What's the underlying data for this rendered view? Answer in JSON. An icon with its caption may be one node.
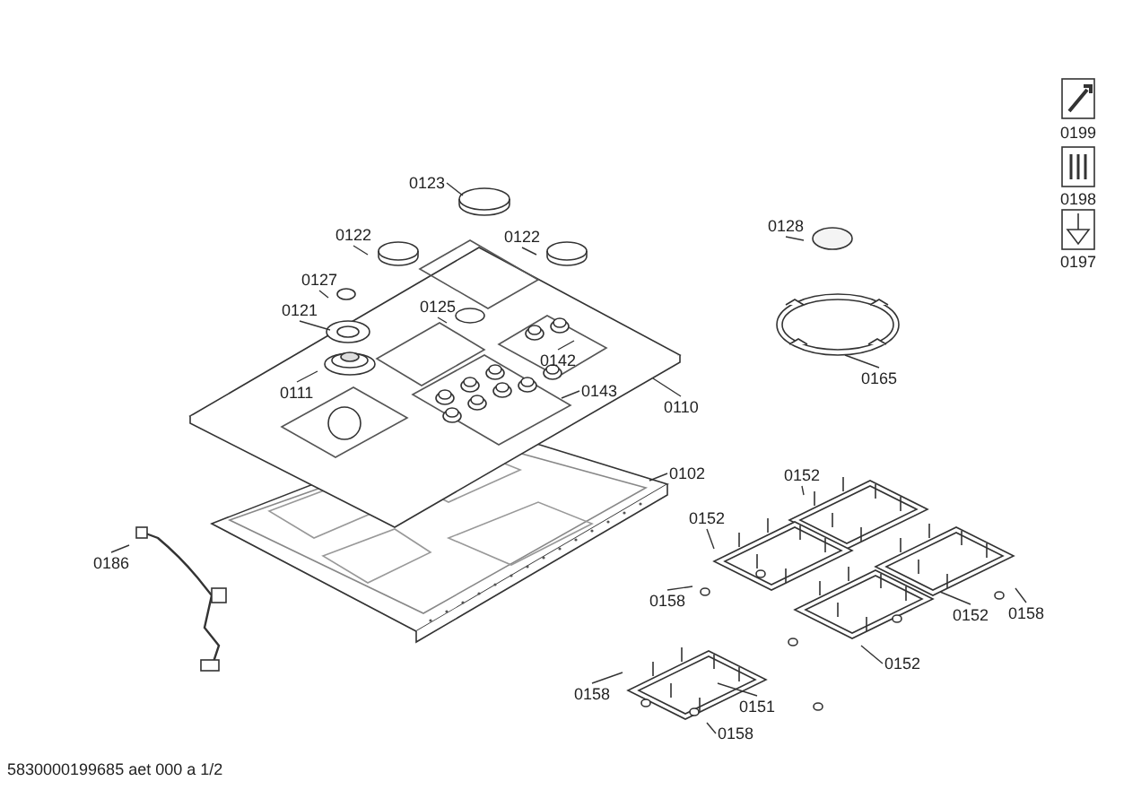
{
  "diagram": {
    "nodes": [
      {
        "text": [
          "0123"
        ]
      },
      {
        "text": [
          "0122"
        ]
      },
      {
        "text": [
          "0122"
        ]
      },
      {
        "text": [
          "0127"
        ]
      },
      {
        "text": [
          "0121"
        ]
      },
      {
        "text": [
          "0125"
        ]
      },
      {
        "text": [
          "0111"
        ]
      },
      {
        "text": [
          "0142"
        ]
      },
      {
        "text": [
          "0143"
        ]
      },
      {
        "text": [
          "0110"
        ]
      },
      {
        "text": [
          "0128"
        ]
      },
      {
        "text": [
          "0165"
        ]
      },
      {
        "text": [
          "0102"
        ]
      },
      {
        "text": [
          "0152"
        ]
      },
      {
        "text": [
          "0152"
        ]
      },
      {
        "text": [
          "0158"
        ]
      },
      {
        "text": [
          "0158"
        ]
      },
      {
        "text": [
          "0152"
        ]
      },
      {
        "text": [
          "0152"
        ]
      },
      {
        "text": [
          "0186"
        ]
      },
      {
        "text": [
          "0158"
        ]
      },
      {
        "text": [
          "0151"
        ]
      },
      {
        "text": [
          "0158"
        ]
      }
    ],
    "edges": [
      {
        "from": 0,
        "to": null,
        "arrow": "none"
      },
      {
        "from": 1,
        "to": null,
        "arrow": "none"
      },
      {
        "from": 2,
        "to": null,
        "arrow": "none"
      },
      {
        "from": 3,
        "to": null,
        "arrow": "none"
      },
      {
        "from": 4,
        "to": null,
        "arrow": "none"
      },
      {
        "from": 5,
        "to": null,
        "arrow": "none"
      },
      {
        "from": 6,
        "to": null,
        "arrow": "none"
      },
      {
        "from": 7,
        "to": null,
        "arrow": "none"
      },
      {
        "from": 8,
        "to": null,
        "arrow": "none"
      },
      {
        "from": 9,
        "to": null,
        "arrow": "none"
      },
      {
        "from": 10,
        "to": null,
        "arrow": "none"
      },
      {
        "from": 11,
        "to": null,
        "arrow": "none"
      },
      {
        "from": 12,
        "to": null,
        "arrow": "none"
      },
      {
        "from": 13,
        "to": null,
        "arrow": "none"
      },
      {
        "from": 14,
        "to": null,
        "arrow": "none"
      },
      {
        "from": 15,
        "to": null,
        "arrow": "none"
      },
      {
        "from": 16,
        "to": null,
        "arrow": "none"
      },
      {
        "from": 17,
        "to": null,
        "arrow": "none"
      },
      {
        "from": 18,
        "to": null,
        "arrow": "none"
      },
      {
        "from": 19,
        "to": null,
        "arrow": "none"
      },
      {
        "from": 20,
        "to": null,
        "arrow": "none"
      },
      {
        "from": 21,
        "to": null,
        "arrow": "none"
      },
      {
        "from": 22,
        "to": null,
        "arrow": "none"
      }
    ],
    "labels": [
      "0199",
      "0198",
      "0197",
      "5830000199685 aet 000 a 1/2"
    ]
  }
}
